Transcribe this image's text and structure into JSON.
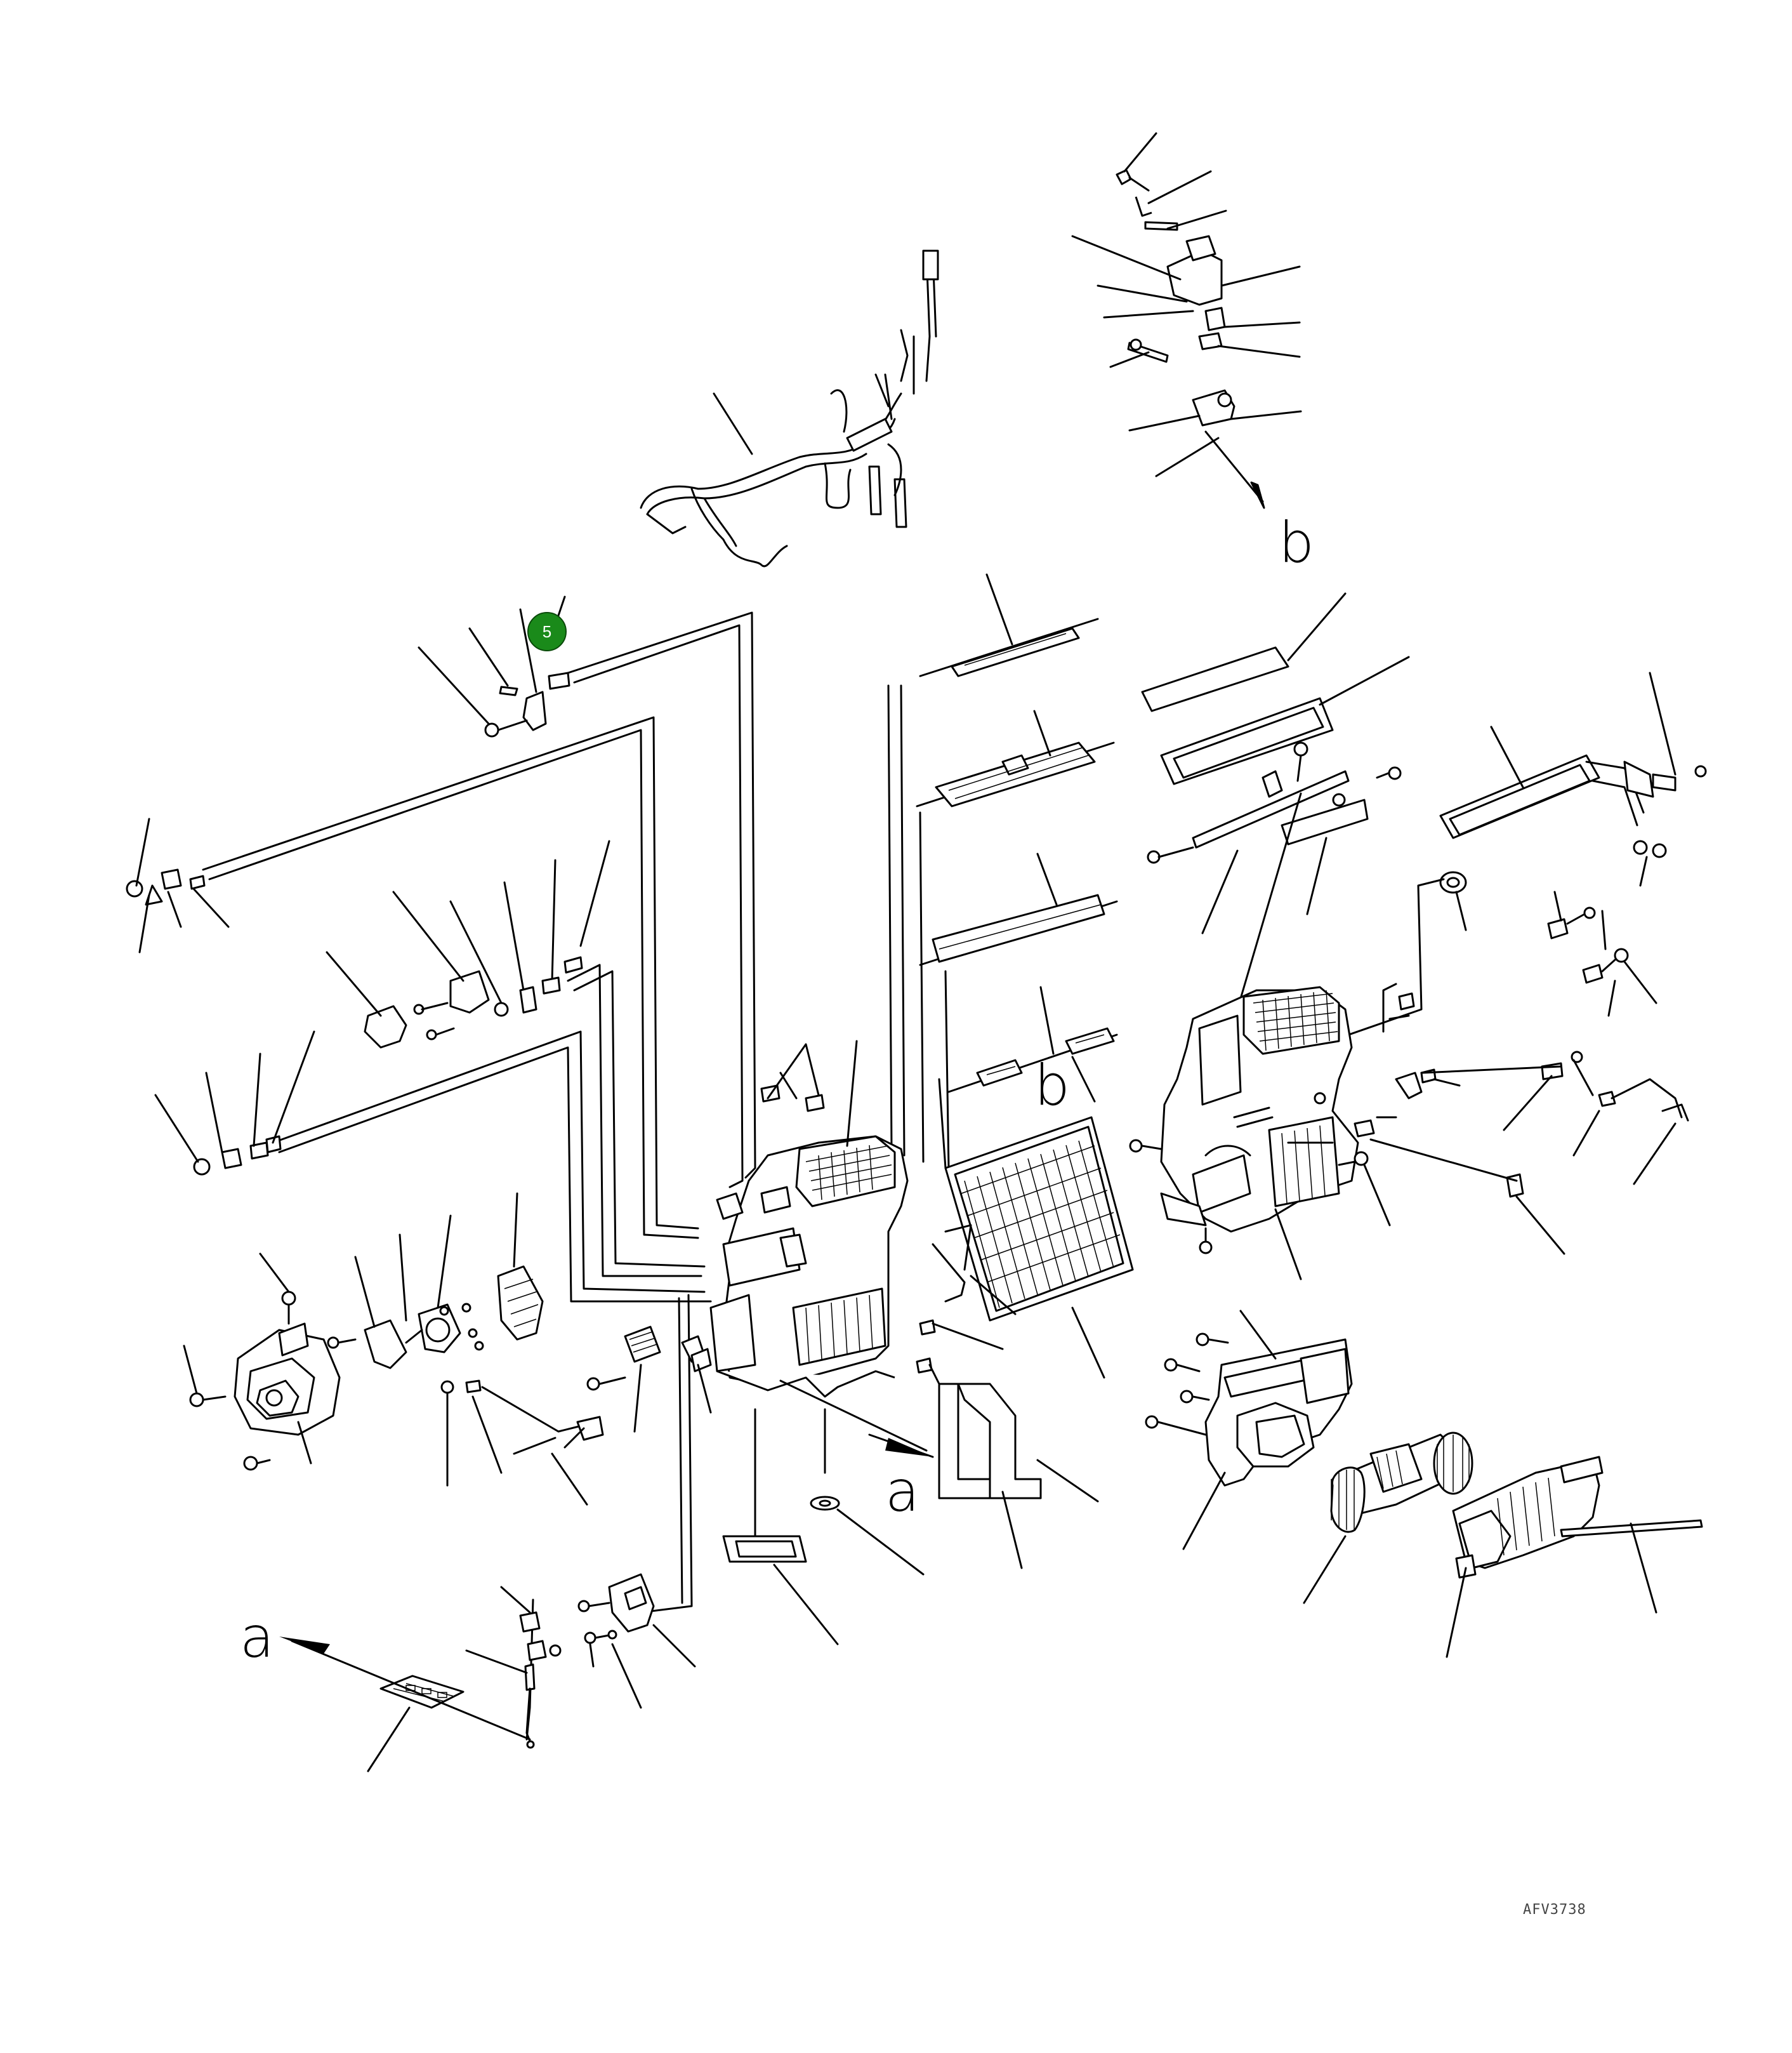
{
  "view_letters": {
    "a": "a",
    "b": "b"
  },
  "callouts": [
    {
      "number": "5",
      "color": "#1a8a1a"
    }
  ],
  "drawing_code": "AFV3738"
}
